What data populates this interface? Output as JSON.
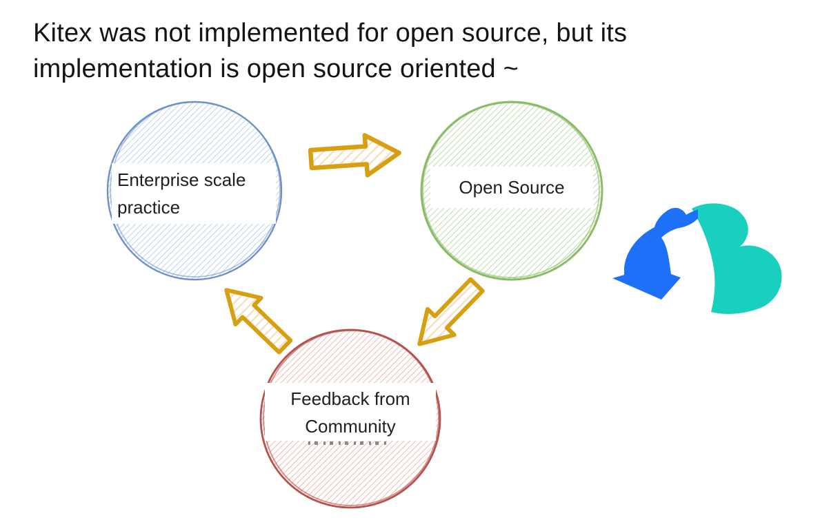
{
  "title": "Kitex was not implemented for open source, but its implementation is open source oriented ~",
  "diagram": {
    "nodes": {
      "enterprise": {
        "label": "Enterprise scale practice",
        "stroke": "#6e90c7"
      },
      "open_source": {
        "label": "Open Source",
        "stroke": "#8abc68"
      },
      "feedback": {
        "label": "Feedback from Community",
        "stroke": "#b4524d"
      }
    },
    "arrows": {
      "color": "#d7a012",
      "items": [
        {
          "name": "enterprise-to-open-source",
          "direction": "right"
        },
        {
          "name": "open-source-to-feedback",
          "direction": "down-left"
        },
        {
          "name": "feedback-to-enterprise",
          "direction": "up-left"
        }
      ]
    },
    "logo": {
      "name": "cloudwego-logo",
      "blue": "#1f70f8",
      "teal": "#19cfbe"
    }
  }
}
